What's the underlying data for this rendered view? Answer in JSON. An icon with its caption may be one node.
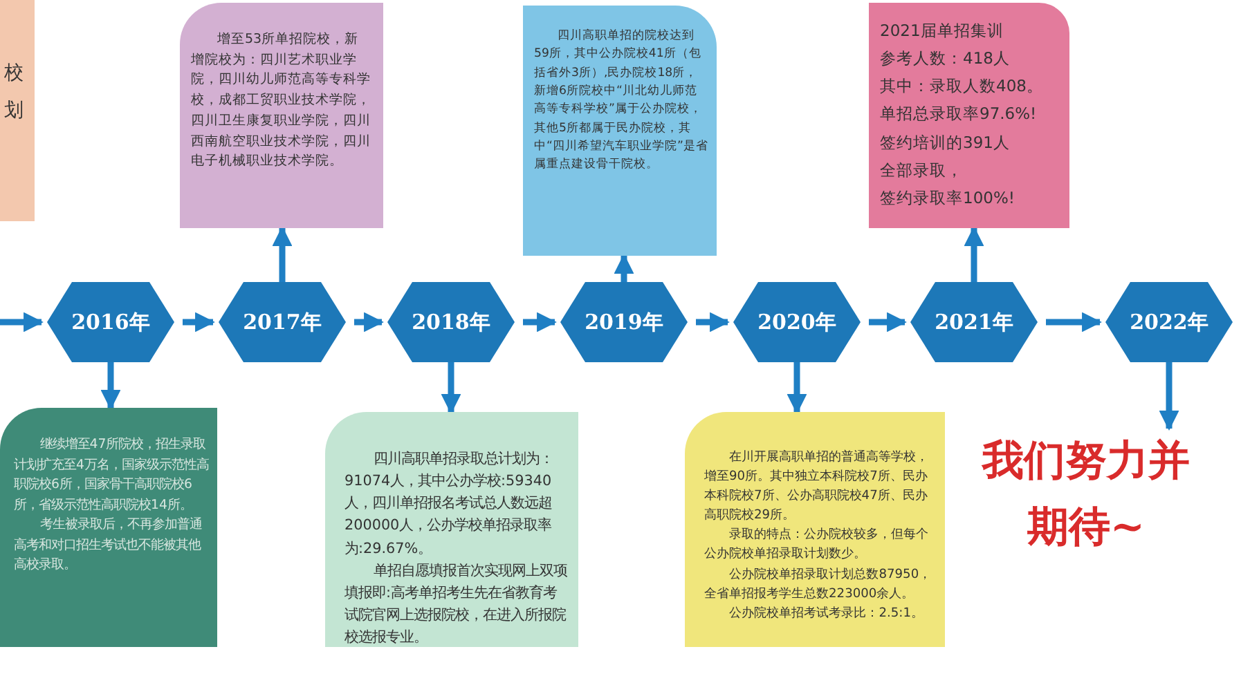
{
  "diagram": {
    "nodes": [
      {
        "text": [
          "校划"
        ]
      },
      {
        "text": [
          "增至53所单招院校，新增院校为：四川艺术职业学院，四川幼儿师范高等专科学校，成都工贸职业技术学院，四川卫生康复职业学院，四川西南航空职业技术学院，四川电子机械职业技术学院。"
        ]
      },
      {
        "text": [
          "四川高职单招的院校达到59所，其中公办院校41所（包括省外3所）,民办院校18所，新增6所院校中“川北幼儿师范高等专科学校”属于公办院校，其他5所都属于民办院校，其中“四川希望汽车职业学院”是省属重点建设骨干院校。"
        ]
      },
      {
        "text": [
          "2021届单招集训",
          "参考人数：418人",
          "其中：录取人数408。",
          "单招总录取率97.6%!",
          "签约培训的391人",
          "全部录取，",
          "签约录取率100%!"
        ]
      },
      {
        "text": [
          "2016年"
        ]
      },
      {
        "text": [
          "2017年"
        ]
      },
      {
        "text": [
          "2018年"
        ]
      },
      {
        "text": [
          "2019年"
        ]
      },
      {
        "text": [
          "2020年"
        ]
      },
      {
        "text": [
          "2021年"
        ]
      },
      {
        "text": [
          "2022年"
        ]
      },
      {
        "text": [
          "继续增至47所院校，招生录取计划扩充至4万名，国家级示范性高职院校6所，国家骨干高职院校6所，省级示范性高职院校14所。",
          "考生被录取后，不再参加普通高考和对口招生考试也不能被其他高校录取。"
        ]
      },
      {
        "text": [
          "四川高职单招录取总计划为：91074人，其中公办学校:59340人，四川单招报名考试总人数远超200000人，公办学校单招录取率为:29.67%。",
          "单招自愿填报首次实现网上双项填报即:高考单招考生先在省教育考试院官网上选报院校，在进入所报院校选报专业。"
        ]
      },
      {
        "text": [
          "在川开展高职单招的普通高等学校，增至90所。其中独立本科院校7所、民办本科院校7所、公办高职院校47所、民办高职院校29所。",
          "录取的特点：公办院校较多，但每个公办院校单招录取计划数少。",
          "公办院校单招录取计划总数87950，全省单招报考学生总数223000余人。",
          "公办院校单招考试考录比：2.5:1。"
        ]
      },
      {
        "text": [
          "我们努力并期待~"
        ]
      }
    ],
    "edges": [
      {
        "from": null,
        "to": 4,
        "arrow": "to"
      },
      {
        "from": 4,
        "to": 5,
        "arrow": "to"
      },
      {
        "from": 5,
        "to": 6,
        "arrow": "to"
      },
      {
        "from": 6,
        "to": 7,
        "arrow": "to"
      },
      {
        "from": 7,
        "to": 8,
        "arrow": "to"
      },
      {
        "from": 8,
        "to": 9,
        "arrow": "to"
      },
      {
        "from": 9,
        "to": 10,
        "arrow": "to"
      },
      {
        "from": 4,
        "to": 11,
        "arrow": "to"
      },
      {
        "from": 5,
        "to": 1,
        "arrow": "to"
      },
      {
        "from": 6,
        "to": 12,
        "arrow": "to"
      },
      {
        "from": 7,
        "to": 2,
        "arrow": "to"
      },
      {
        "from": 8,
        "to": 13,
        "arrow": "to"
      },
      {
        "from": 9,
        "to": 3,
        "arrow": "to"
      },
      {
        "from": 10,
        "to": 14,
        "arrow": "to"
      }
    ]
  }
}
